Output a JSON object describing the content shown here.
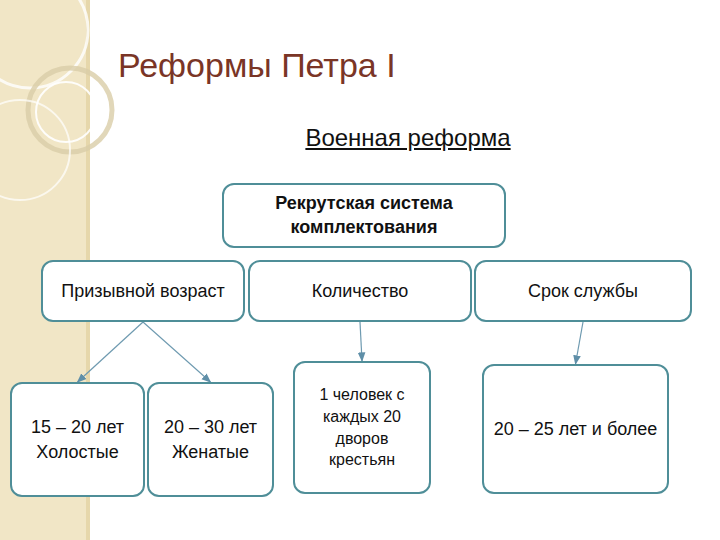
{
  "diagram": {
    "title": "Реформы Петра I",
    "nodes": [
      {
        "text": [
          "Рекрутская система комплектования"
        ]
      },
      {
        "text": [
          "Призывной возраст"
        ]
      },
      {
        "text": [
          "Количество"
        ]
      },
      {
        "text": [
          "Срок службы"
        ]
      },
      {
        "text": [
          "15 – 20 лет Холостые"
        ]
      },
      {
        "text": [
          "20 – 30 лет Женатые"
        ]
      },
      {
        "text": [
          "1 человек с каждых 20 дворов крестьян"
        ]
      },
      {
        "text": [
          "20 – 25 лет и более"
        ]
      }
    ],
    "edges": [
      {
        "from": 1,
        "to": 4,
        "arrow": "to"
      },
      {
        "from": 1,
        "to": 5,
        "arrow": "to"
      },
      {
        "from": 2,
        "to": 6,
        "arrow": "to"
      },
      {
        "from": 3,
        "to": 7,
        "arrow": "to"
      }
    ],
    "labels": [
      "Военная реформа"
    ]
  }
}
